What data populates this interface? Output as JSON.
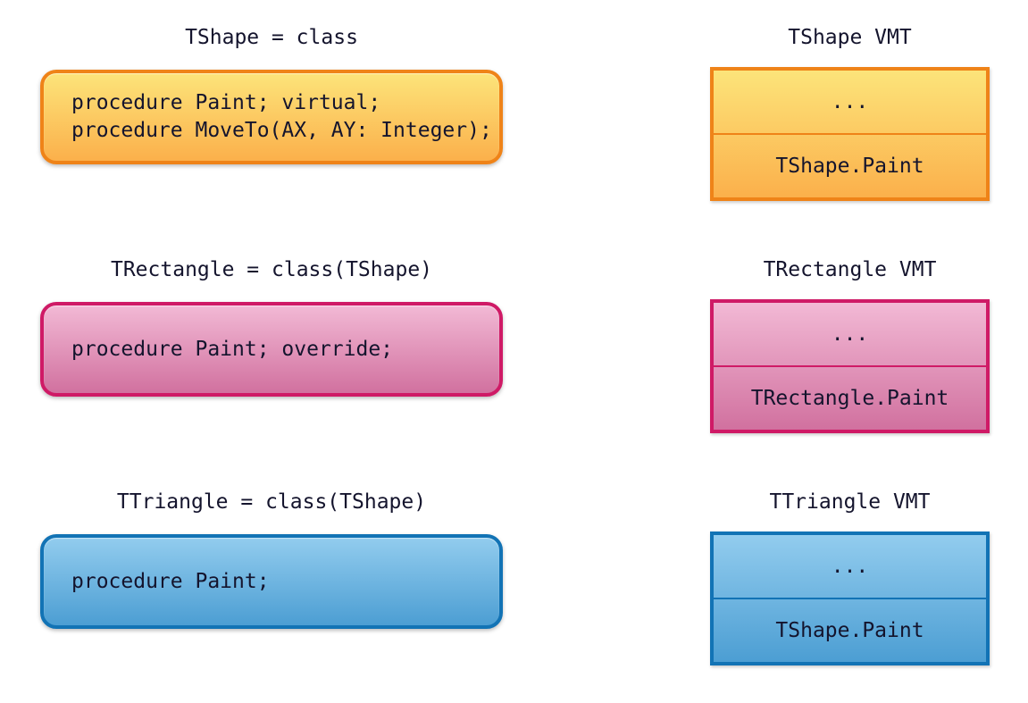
{
  "colors": {
    "background": "#ffffff",
    "text": "#14142d"
  },
  "rows": [
    {
      "class_title": "TShape = class",
      "class_lines": [
        "procedure Paint; virtual;",
        "procedure MoveTo(AX, AY: Integer);"
      ],
      "vmt_title": "TShape VMT",
      "vmt_cells": [
        "...",
        "TShape.Paint"
      ],
      "colors": {
        "border": "#EF8318",
        "grad_top": "#FCE47A",
        "grad_bottom": "#FBB04B"
      }
    },
    {
      "class_title": "TRectangle = class(TShape)",
      "class_lines": [
        "procedure Paint; override;"
      ],
      "vmt_title": "TRectangle VMT",
      "vmt_cells": [
        "...",
        "TRectangle.Paint"
      ],
      "colors": {
        "border": "#CF1A66",
        "grad_top": "#F2B9D5",
        "grad_bottom": "#D1719F"
      }
    },
    {
      "class_title": "TTriangle = class(TShape)",
      "class_lines": [
        "procedure Paint;"
      ],
      "vmt_title": "TTriangle VMT",
      "vmt_cells": [
        "...",
        "TShape.Paint"
      ],
      "colors": {
        "border": "#1273B5",
        "grad_top": "#92CCEE",
        "grad_bottom": "#4C9ED3"
      }
    }
  ]
}
